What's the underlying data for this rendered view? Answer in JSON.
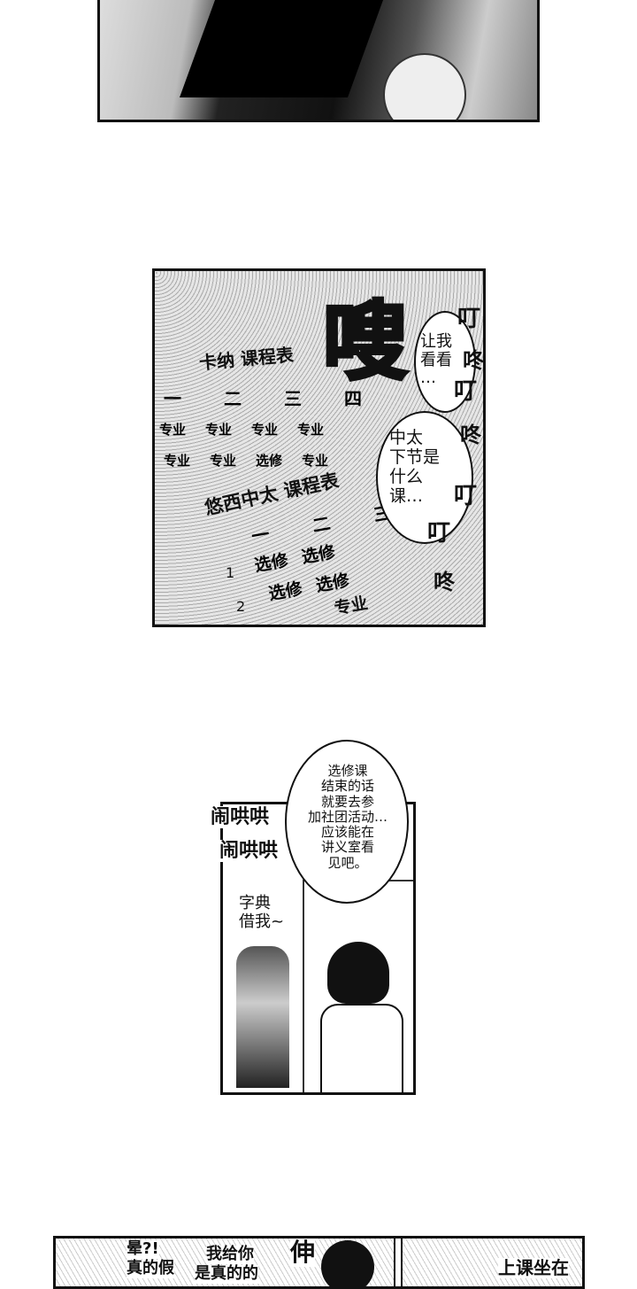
{
  "panel2": {
    "sfx_big": "嗖",
    "bubble": "让我\n看看\n…",
    "bubble2": "中太\n下节是\n什么\n课…",
    "sfx_ding": [
      "叮",
      "咚",
      "叮",
      "咚",
      "叮",
      "叮",
      "咚"
    ],
    "schedule1_title": "卡纳 课程表",
    "schedule1_days": [
      "一",
      "二",
      "三",
      "四"
    ],
    "schedule1_row1": [
      "专业",
      "专业",
      "专业",
      "专业"
    ],
    "schedule1_row2": [
      "专业",
      "专业",
      "选修",
      "专业"
    ],
    "schedule2_title": "悠西中太 课程表",
    "schedule2_days": [
      "一",
      "二",
      "三"
    ],
    "schedule2_periods": [
      "1",
      "2"
    ],
    "schedule2_row1": [
      "选修",
      "选修"
    ],
    "schedule2_row2": [
      "选修",
      "选修"
    ],
    "schedule2_row3": [
      "专业"
    ]
  },
  "panel3": {
    "thought": "选修课\n结束的话\n就要去参\n加社团活动…\n应该能在\n讲义室看\n见吧。",
    "sfx1": "闹哄哄",
    "sfx2": "闹哄哄",
    "speech": "字典\n借我~"
  },
  "panel4": {
    "text1": "晕?!",
    "text2": "真的假",
    "text3": "我给你",
    "text4": "是真的的",
    "sfx": "伸",
    "text5": "上课坐在"
  }
}
